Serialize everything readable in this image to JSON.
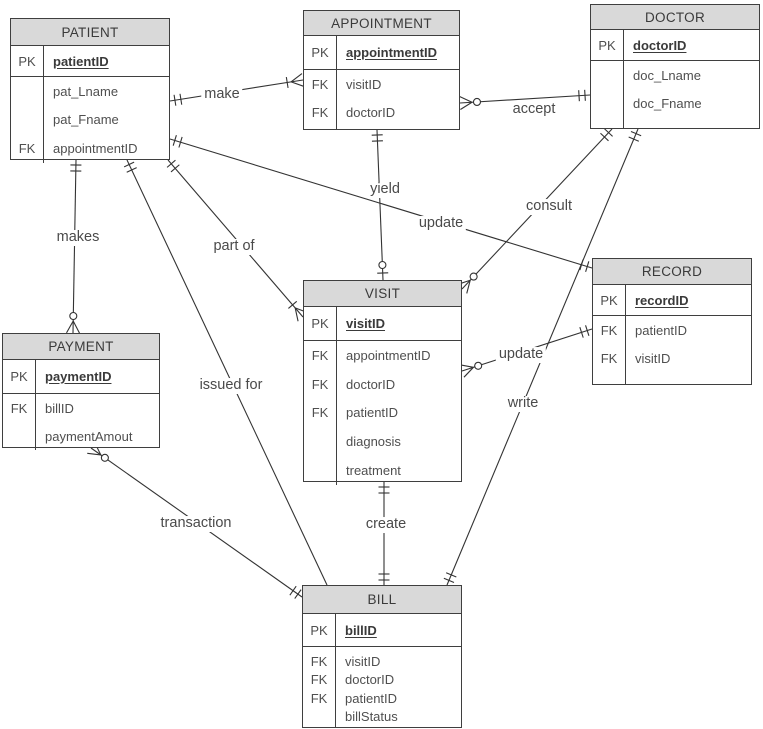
{
  "entities": [
    {
      "id": "patient",
      "title": "PATIENT",
      "pk_key": "PK",
      "pk_name": "patientID",
      "attributes": [
        {
          "k": "",
          "n": "pat_Lname"
        },
        {
          "k": "",
          "n": "pat_Fname"
        },
        {
          "k": "FK",
          "n": "appointmentID"
        }
      ]
    },
    {
      "id": "appointment",
      "title": "APPOINTMENT",
      "pk_key": "PK",
      "pk_name": "appointmentID",
      "attributes": [
        {
          "k": "FK",
          "n": "visitID"
        },
        {
          "k": "FK",
          "n": "doctorID"
        }
      ]
    },
    {
      "id": "doctor",
      "title": "DOCTOR",
      "pk_key": "PK",
      "pk_name": "doctorID",
      "attributes": [
        {
          "k": "",
          "n": "doc_Lname"
        },
        {
          "k": "",
          "n": "doc_Fname"
        }
      ]
    },
    {
      "id": "payment",
      "title": "PAYMENT",
      "pk_key": "PK",
      "pk_name": "paymentID",
      "attributes": [
        {
          "k": "FK",
          "n": "billID"
        },
        {
          "k": "",
          "n": "paymentAmout"
        }
      ]
    },
    {
      "id": "visit",
      "title": "VISIT",
      "pk_key": "PK",
      "pk_name": "visitID",
      "attributes": [
        {
          "k": "FK",
          "n": "appointmentID"
        },
        {
          "k": "FK",
          "n": "doctorID"
        },
        {
          "k": "FK",
          "n": "patientID"
        },
        {
          "k": "",
          "n": "diagnosis"
        },
        {
          "k": "",
          "n": "treatment"
        }
      ]
    },
    {
      "id": "record",
      "title": "RECORD",
      "pk_key": "PK",
      "pk_name": "recordID",
      "attributes": [
        {
          "k": "FK",
          "n": "patientID"
        },
        {
          "k": "FK",
          "n": "visitID"
        }
      ]
    },
    {
      "id": "bill",
      "title": "BILL",
      "pk_key": "PK",
      "pk_name": "billID",
      "attributes": [
        {
          "k": "FK",
          "n": "visitID"
        },
        {
          "k": "FK",
          "n": "doctorID"
        },
        {
          "k": "FK",
          "n": "patientID"
        },
        {
          "k": "",
          "n": "billStatus"
        }
      ]
    }
  ],
  "relationships": [
    {
      "label": "make",
      "from": "PATIENT",
      "to": "APPOINTMENT",
      "from_cardinality": "one and only one",
      "to_cardinality": "one or many"
    },
    {
      "label": "accept",
      "from": "APPOINTMENT",
      "to": "DOCTOR",
      "from_cardinality": "zero or many",
      "to_cardinality": "one and only one"
    },
    {
      "label": "yield",
      "from": "APPOINTMENT",
      "to": "VISIT",
      "from_cardinality": "one and only one",
      "to_cardinality": "zero or one"
    },
    {
      "label": "update",
      "from": "PATIENT",
      "to": "RECORD",
      "from_cardinality": "one and only one",
      "to_cardinality": "one and only one"
    },
    {
      "label": "consult",
      "from": "DOCTOR",
      "to": "VISIT",
      "from_cardinality": "one and only one",
      "to_cardinality": "zero or many"
    },
    {
      "label": "write",
      "from": "DOCTOR",
      "to": "BILL",
      "from_cardinality": "one and only one",
      "to_cardinality": "one and only one"
    },
    {
      "label": "makes",
      "from": "PATIENT",
      "to": "PAYMENT",
      "from_cardinality": "one and only one",
      "to_cardinality": "zero or many"
    },
    {
      "label": "part of",
      "from": "PATIENT",
      "to": "VISIT",
      "from_cardinality": "one and only one",
      "to_cardinality": "one or many"
    },
    {
      "label": "issued for",
      "from": "PATIENT",
      "to": "BILL",
      "from_cardinality": "one and only one",
      "to_cardinality": "unspecified"
    },
    {
      "label": "update",
      "from": "VISIT",
      "to": "RECORD",
      "from_cardinality": "zero or many",
      "to_cardinality": "one and only one"
    },
    {
      "label": "create",
      "from": "VISIT",
      "to": "BILL",
      "from_cardinality": "one and only one",
      "to_cardinality": "one and only one"
    },
    {
      "label": "transaction",
      "from": "PAYMENT",
      "to": "BILL",
      "from_cardinality": "zero or many",
      "to_cardinality": "one and only one"
    }
  ],
  "colors": {
    "entity_header_bg": "#d9d9d9",
    "entity_border": "#3f3f3f",
    "line": "#333333",
    "label_text": "#4a4a4a"
  }
}
